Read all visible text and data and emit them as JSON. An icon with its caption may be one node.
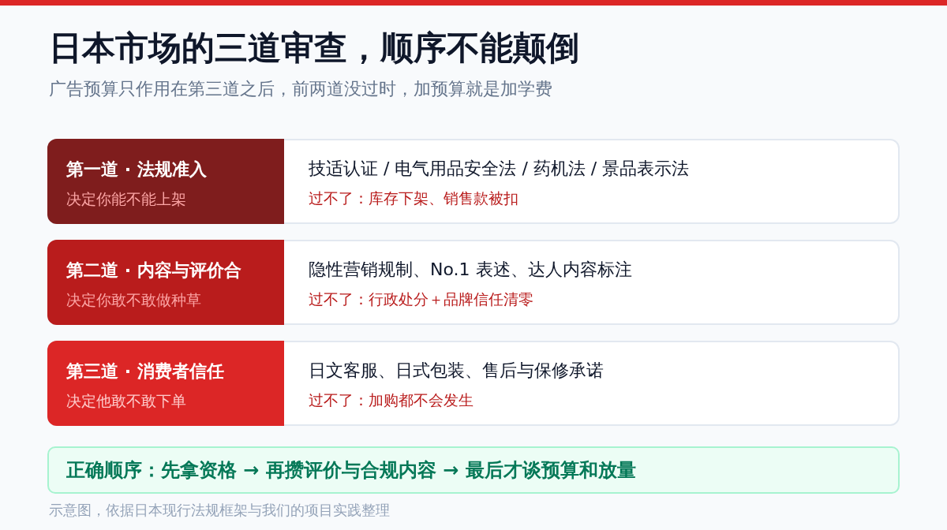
{
  "diagram": {
    "title": "日本市场的三道审查，顺序不能颠倒",
    "caption": "示意图，依据日本现行法规框架与我们的项目实践整理",
    "nodes": [
      {
        "text": [
          "技适认证 / 电气用品安全法 / 药机法 / 景品表示法",
          "过不了：库存下架、销售款被扣"
        ]
      },
      {
        "text": [
          "第一道 · 法规准入",
          "决定你能不能上架"
        ],
        "in": 0
      },
      {
        "text": [
          "隐性营销规制、No.1 表述、达人内容标注",
          "过不了：行政处分＋品牌信任清零"
        ]
      },
      {
        "text": [
          "第二道 · 内容与评价合",
          "决定你敢不敢做种草"
        ],
        "in": 2
      },
      {
        "text": [
          "日文客服、日式包装、售后与保修承诺",
          "过不了：加购都不会发生"
        ]
      },
      {
        "text": [
          "第三道 · 消费者信任",
          "决定他敢不敢下单"
        ],
        "in": 4
      },
      {
        "text": [
          "正确顺序：先拿资格 → 再攒评价与合规内容 → 最后才谈预算和放量"
        ]
      }
    ],
    "labels": [
      "广告预算只作用在第三道之后，前两道没过时，加预算就是加学费"
    ]
  }
}
